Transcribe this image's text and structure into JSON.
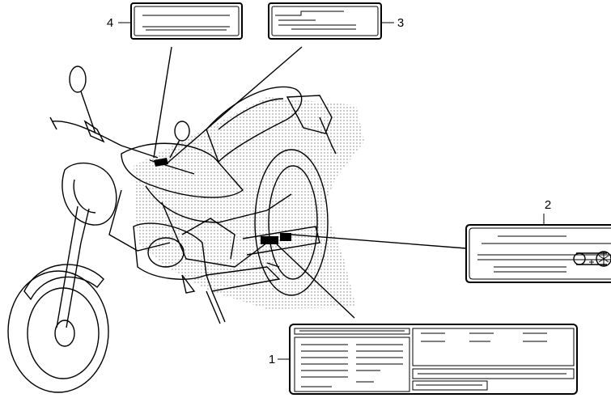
{
  "callouts": {
    "label_1": "1",
    "label_2": "2",
    "label_3": "3",
    "label_4": "4"
  },
  "colors": {
    "line": "#000000",
    "background": "#ffffff",
    "stipple": "#7a7a7a"
  },
  "icons": [
    "motorcycle-illustration",
    "drive-chain-symbol"
  ]
}
